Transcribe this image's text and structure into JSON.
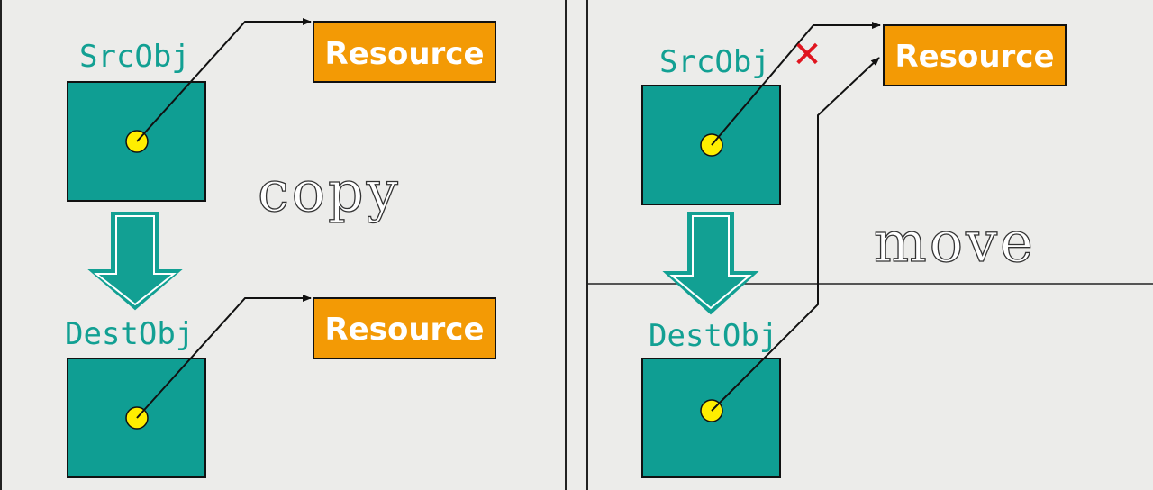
{
  "colors": {
    "background": "#ececea",
    "object_fill": "#0f9e93",
    "resource_fill": "#f39a05",
    "pointer_dot": "#ffee00",
    "copy_arrow": "#12a093",
    "invalid_mark": "#e0151f",
    "line": "#111111"
  },
  "copy_panel": {
    "src_label": "SrcObj",
    "dest_label": "DestObj",
    "src_resource": "Resource",
    "dest_resource": "Resource",
    "caption": "copy"
  },
  "move_panel": {
    "src_label": "SrcObj",
    "dest_label": "DestObj",
    "resource": "Resource",
    "caption": "move",
    "invalid_mark": "✕"
  },
  "icons": [
    "down-arrow-icon",
    "cross-icon",
    "pointer-dot-icon"
  ]
}
